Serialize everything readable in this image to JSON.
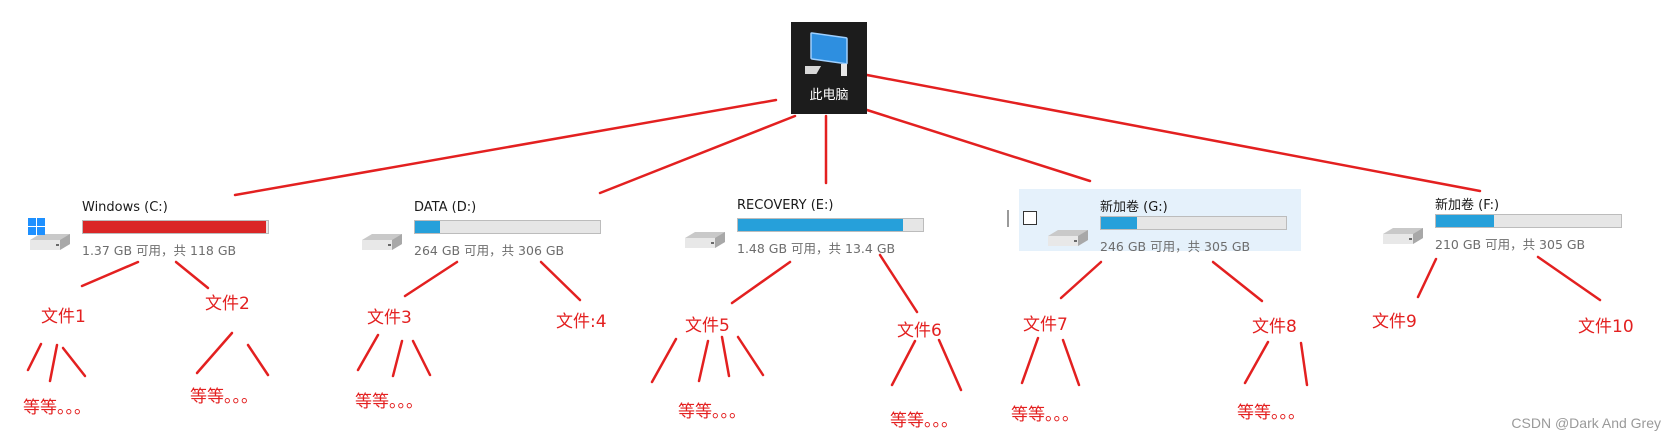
{
  "root": {
    "label": "此电脑",
    "icon": "monitor-icon"
  },
  "drives": [
    {
      "name": "Windows (C:)",
      "info": "1.37 GB 可用，共 118 GB",
      "used_fraction": 0.988,
      "bar_color": "#da2626",
      "icon": "windows-drive-icon"
    },
    {
      "name": "DATA (D:)",
      "info": "264 GB 可用，共 306 GB",
      "used_fraction": 0.137,
      "bar_color": "#26a0da",
      "icon": "hard-drive-icon"
    },
    {
      "name": "RECOVERY (E:)",
      "info": "1.48 GB 可用，共 13.4 GB",
      "used_fraction": 0.89,
      "bar_color": "#26a0da",
      "icon": "hard-drive-icon"
    },
    {
      "name": "新加卷 (G:)",
      "info": "246 GB 可用，共 305 GB",
      "used_fraction": 0.193,
      "bar_color": "#26a0da",
      "icon": "hard-drive-icon",
      "selected": true
    },
    {
      "name": "新加卷 (F:)",
      "info": "210 GB 可用，共 305 GB",
      "used_fraction": 0.311,
      "bar_color": "#26a0da",
      "icon": "hard-drive-icon"
    }
  ],
  "files": [
    "文件1",
    "文件2",
    "文件3",
    "文件:4",
    "文件5",
    "文件6",
    "文件7",
    "文件8",
    "文件9",
    "文件10"
  ],
  "more_label": "等等。。。",
  "watermark": "CSDN @Dark And Grey"
}
